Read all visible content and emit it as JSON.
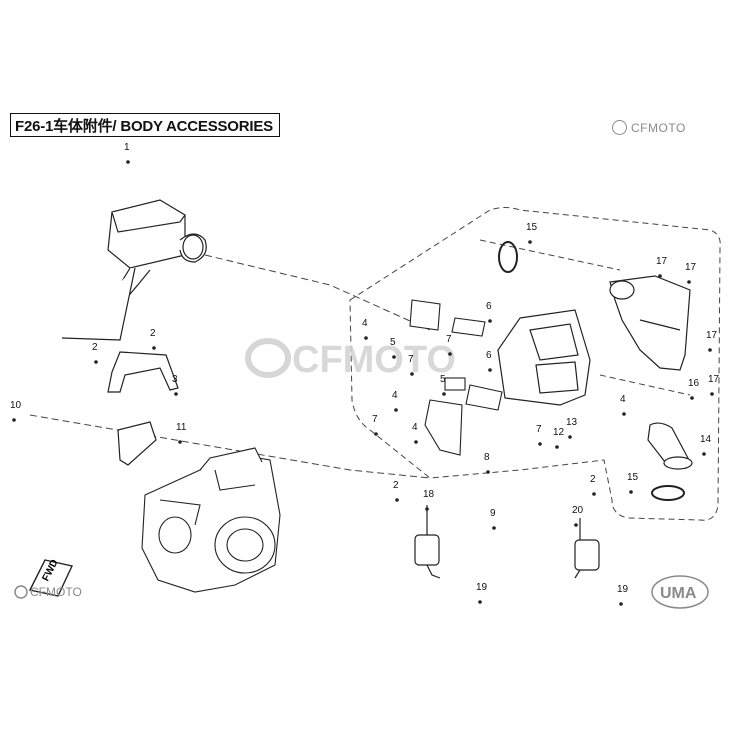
{
  "header": {
    "title": "F26-1车体附件/ BODY ACCESSORIES",
    "brand_top": "CFMOTO"
  },
  "watermark": {
    "brand": "CFMOTO"
  },
  "footer": {
    "fwd": "FWD",
    "brand_bottom": "CFMOTO",
    "uma": "UMA"
  },
  "callouts": [
    "1",
    "2",
    "2",
    "3",
    "10",
    "11",
    "15",
    "17",
    "17",
    "6",
    "4",
    "5",
    "7",
    "7",
    "6",
    "5",
    "4",
    "4",
    "7",
    "8",
    "12",
    "13",
    "16",
    "17",
    "17",
    "4",
    "7",
    "14",
    "15",
    "2",
    "2",
    "9",
    "18",
    "20",
    "19",
    "19"
  ],
  "colors": {
    "ink": "#111111",
    "line": "#333333",
    "watermark": "#cfcfcf",
    "brand": "#8a8a8a"
  }
}
